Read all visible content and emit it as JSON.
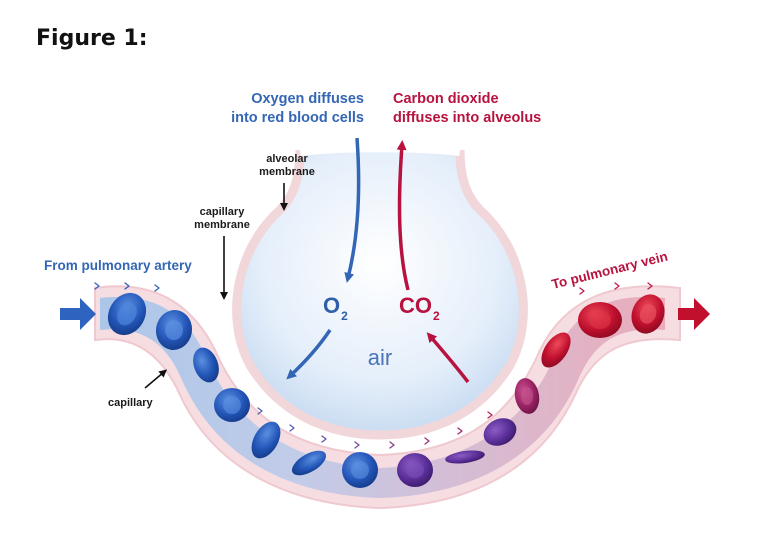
{
  "figure": {
    "title": "Figure 1:"
  },
  "labels": {
    "oxygen_line1": "Oxygen diffuses",
    "oxygen_line2": "into red blood cells",
    "co2_line1": "Carbon dioxide",
    "co2_line2": "diffuses into alveolus",
    "alveolar_line1": "alveolar",
    "alveolar_line2": "membrane",
    "capillary_membrane_line1": "capillary",
    "capillary_membrane_line2": "membrane",
    "from_artery": "From pulmonary artery",
    "to_vein": "To pulmonary vein",
    "capillary": "capillary",
    "air": "air",
    "o2_main": "O",
    "o2_sub": "2",
    "co2_main": "CO",
    "co2_sub": "2"
  },
  "colors": {
    "oxygen": "#3366b5",
    "carbon_dioxide": "#b8123f",
    "deoxygenated_cell": "#2f63c0",
    "oxygenated_cell": "#c0102e",
    "alveolus_fill": "#dbe8f7",
    "membrane": "#f6e1e3"
  },
  "icons": {
    "inflow_arrow": "arrow-right-icon",
    "outflow_arrow": "arrow-right-icon",
    "cell": "red-blood-cell-icon"
  }
}
